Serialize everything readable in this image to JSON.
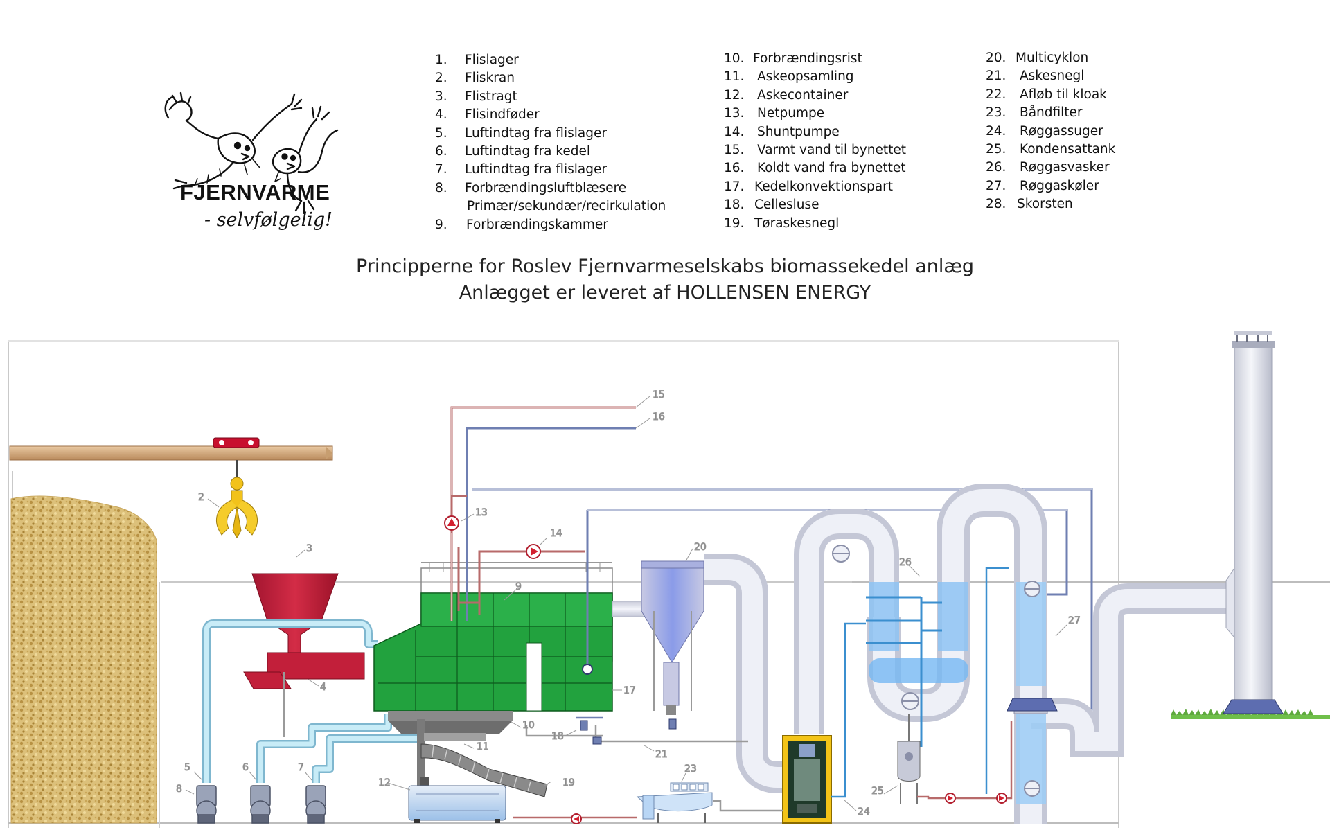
{
  "logo": {
    "title": "FJERNVARME",
    "subtitle": "- selvfølgelig!"
  },
  "legend": {
    "col1": [
      {
        "num": "1.",
        "text": "Flislager"
      },
      {
        "num": "2.",
        "text": "Fliskran"
      },
      {
        "num": "3.",
        "text": "Flistragt"
      },
      {
        "num": "4.",
        "text": "Flisindføder"
      },
      {
        "num": "5.",
        "text": "Luftindtag fra flislager"
      },
      {
        "num": "6.",
        "text": "Luftindtag fra kedel"
      },
      {
        "num": "7.",
        "text": "Luftindtag fra flislager"
      },
      {
        "num": "8.",
        "text": "Forbrændingsluftblæsere"
      },
      {
        "num": "",
        "text": "Primær/sekundær/recirkulation"
      },
      {
        "num": "9.",
        "text": "Forbrændingskammer"
      }
    ],
    "col2": [
      {
        "num": "10.",
        "text": "Forbrændingsrist"
      },
      {
        "num": "11.",
        "text": "Askeopsamling"
      },
      {
        "num": "12.",
        "text": "Askecontainer"
      },
      {
        "num": "13.",
        "text": "Netpumpe"
      },
      {
        "num": "14.",
        "text": "Shuntpumpe"
      },
      {
        "num": "15.",
        "text": "Varmt vand til bynettet"
      },
      {
        "num": "16.",
        "text": "Koldt vand fra bynettet"
      },
      {
        "num": "17.",
        "text": "Kedelkonvektionspart"
      },
      {
        "num": "18.",
        "text": "Cellesluse"
      },
      {
        "num": "19.",
        "text": "Tøraskesnegl"
      }
    ],
    "col3": [
      {
        "num": "20.",
        "text": "Multicyklon"
      },
      {
        "num": "21.",
        "text": "Askesnegl"
      },
      {
        "num": "22.",
        "text": "Afløb til kloak"
      },
      {
        "num": "23.",
        "text": "Båndfilter"
      },
      {
        "num": "24.",
        "text": "Røggassuger"
      },
      {
        "num": "25.",
        "text": "Kondensattank"
      },
      {
        "num": "26.",
        "text": "Røggasvasker"
      },
      {
        "num": "27.",
        "text": "Røggaskøler"
      },
      {
        "num": "28.",
        "text": "Skorsten"
      }
    ]
  },
  "title": {
    "line1": "Principperne for Roslev Fjernvarmeselskabs biomassekedel anlæg",
    "line2": "Anlægget er leveret af HOLLENSEN ENERGY"
  },
  "callouts": [
    "2",
    "3",
    "4",
    "5",
    "6",
    "7",
    "8",
    "9",
    "10",
    "11",
    "12",
    "13",
    "14",
    "15",
    "16",
    "17",
    "18",
    "19",
    "20",
    "21",
    "23",
    "24",
    "25",
    "26",
    "27"
  ],
  "colors": {
    "boiler": "#22a23e",
    "hopper": "#c21f3a",
    "crane": "#f2c21b",
    "wood_chips": "#d9b865",
    "water_pipe_hot": "#b86a6a",
    "water_pipe_cold": "#6f7fb2",
    "air_duct": "#a9dcee",
    "flue_duct": "#e7e8f2",
    "flue_cooled": "#a8c8f5",
    "ground_line": "#b7b7b7",
    "grass": "#6fbf4a"
  }
}
